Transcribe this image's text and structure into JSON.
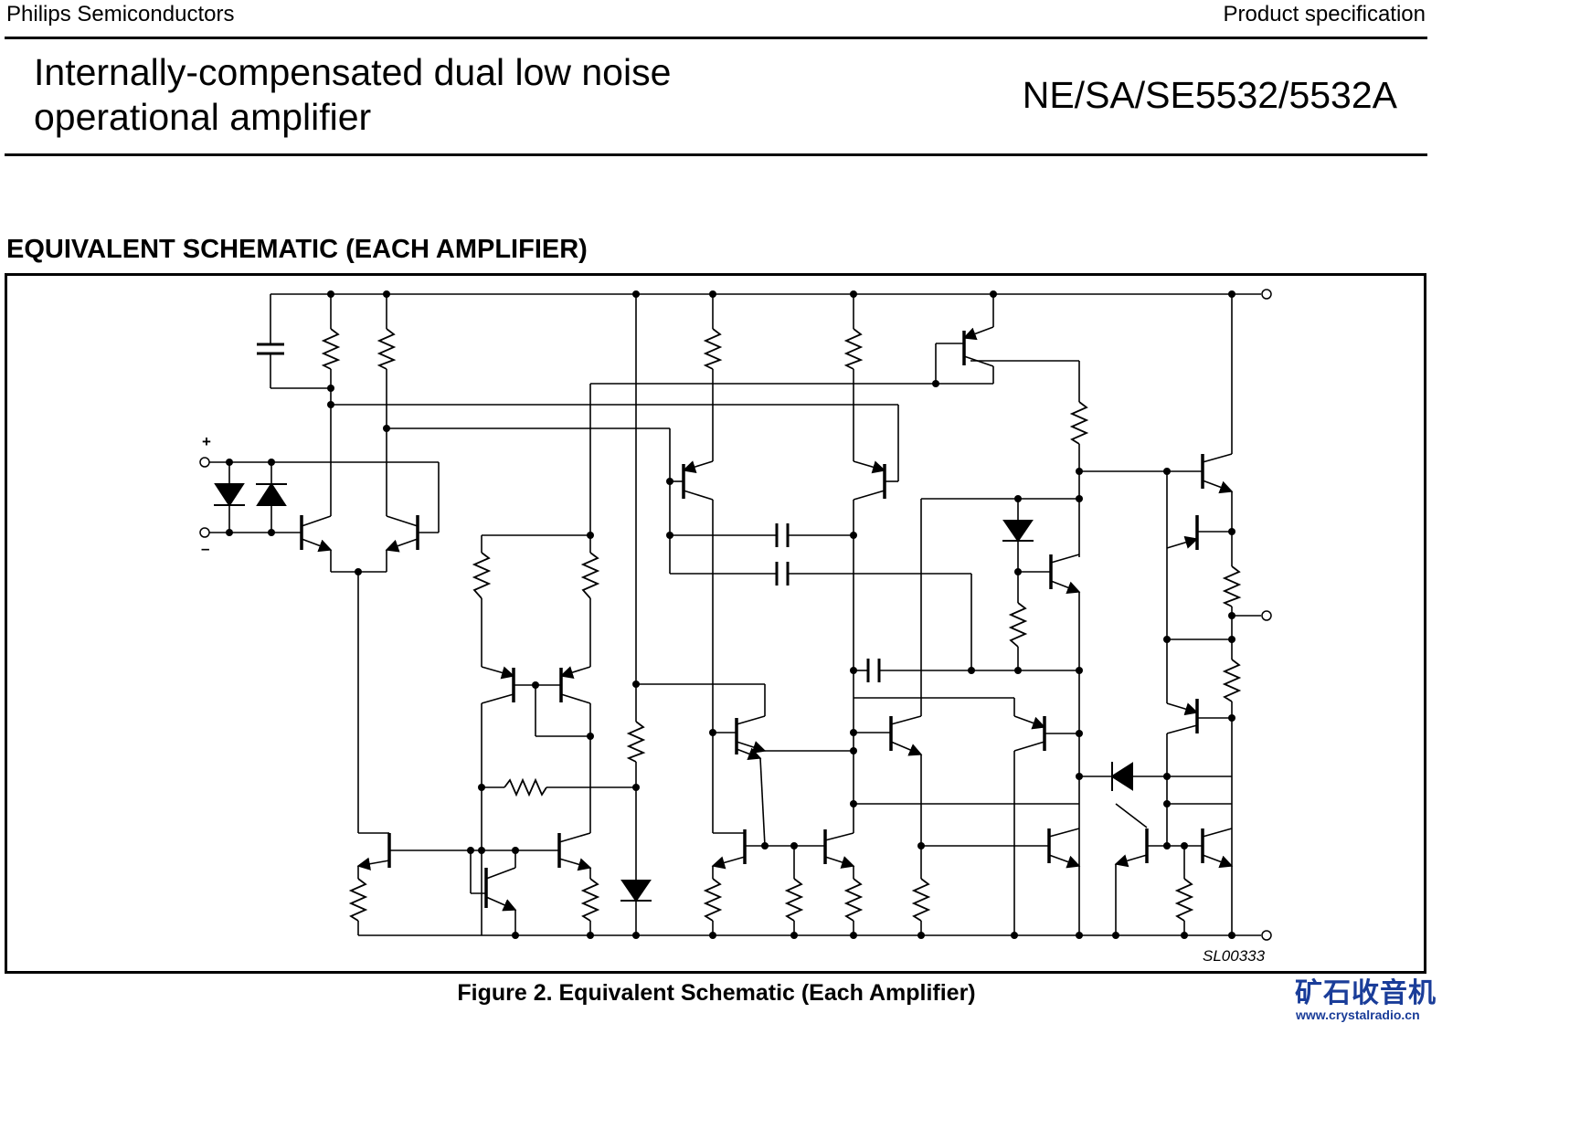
{
  "header": {
    "company": "Philips Semiconductors",
    "doc_type": "Product specification"
  },
  "title": {
    "line1": "Internally-compensated dual low noise",
    "line2": "operational amplifier",
    "part_number": "NE/SA/SE5532/5532A"
  },
  "section_heading": "EQUIVALENT SCHEMATIC (EACH AMPLIFIER)",
  "schematic": {
    "drawing_id": "SL00333",
    "plus_label": "+",
    "minus_label": "–"
  },
  "caption": "Figure 2.  Equivalent Schematic (Each Amplifier)",
  "watermark": {
    "logo_text": "矿石收音机",
    "url": "www.crystalradio.cn"
  }
}
